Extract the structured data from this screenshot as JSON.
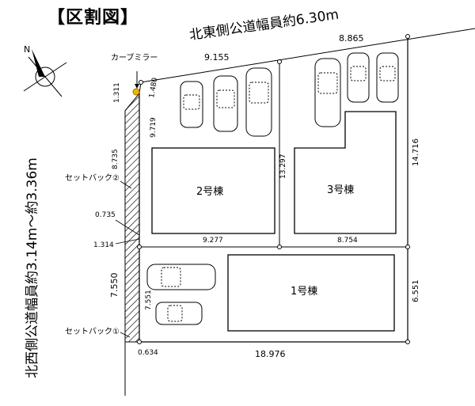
{
  "title": "【区割図】",
  "roads": {
    "northeast": "北東側公道幅員約6.30m",
    "northwest": "北西側公道幅員約3.14m～約3.36m"
  },
  "labels": {
    "curve_mirror": "カーブミラー",
    "setback_1": "セットバック①",
    "setback_2": "セットバック②",
    "compass_north": "N"
  },
  "buildings": {
    "b1": "1号棟",
    "b2": "2号棟",
    "b3": "3号棟"
  },
  "dims": {
    "top_left": "9.155",
    "top_right": "8.865",
    "corner_1311": "1.311",
    "corner_1480": "1.480",
    "v_9719": "9.719",
    "v_8735": "8.735",
    "v_13297": "13.297",
    "v_14716": "14.716",
    "h_9277": "9.277",
    "h_8754": "8.754",
    "d_0735": "0.735",
    "d_1314": "1.314",
    "v_7550": "7.550",
    "v_7551": "7.551",
    "v_6551": "6.551",
    "d_0634": "0.634",
    "bottom_18976": "18.976"
  }
}
